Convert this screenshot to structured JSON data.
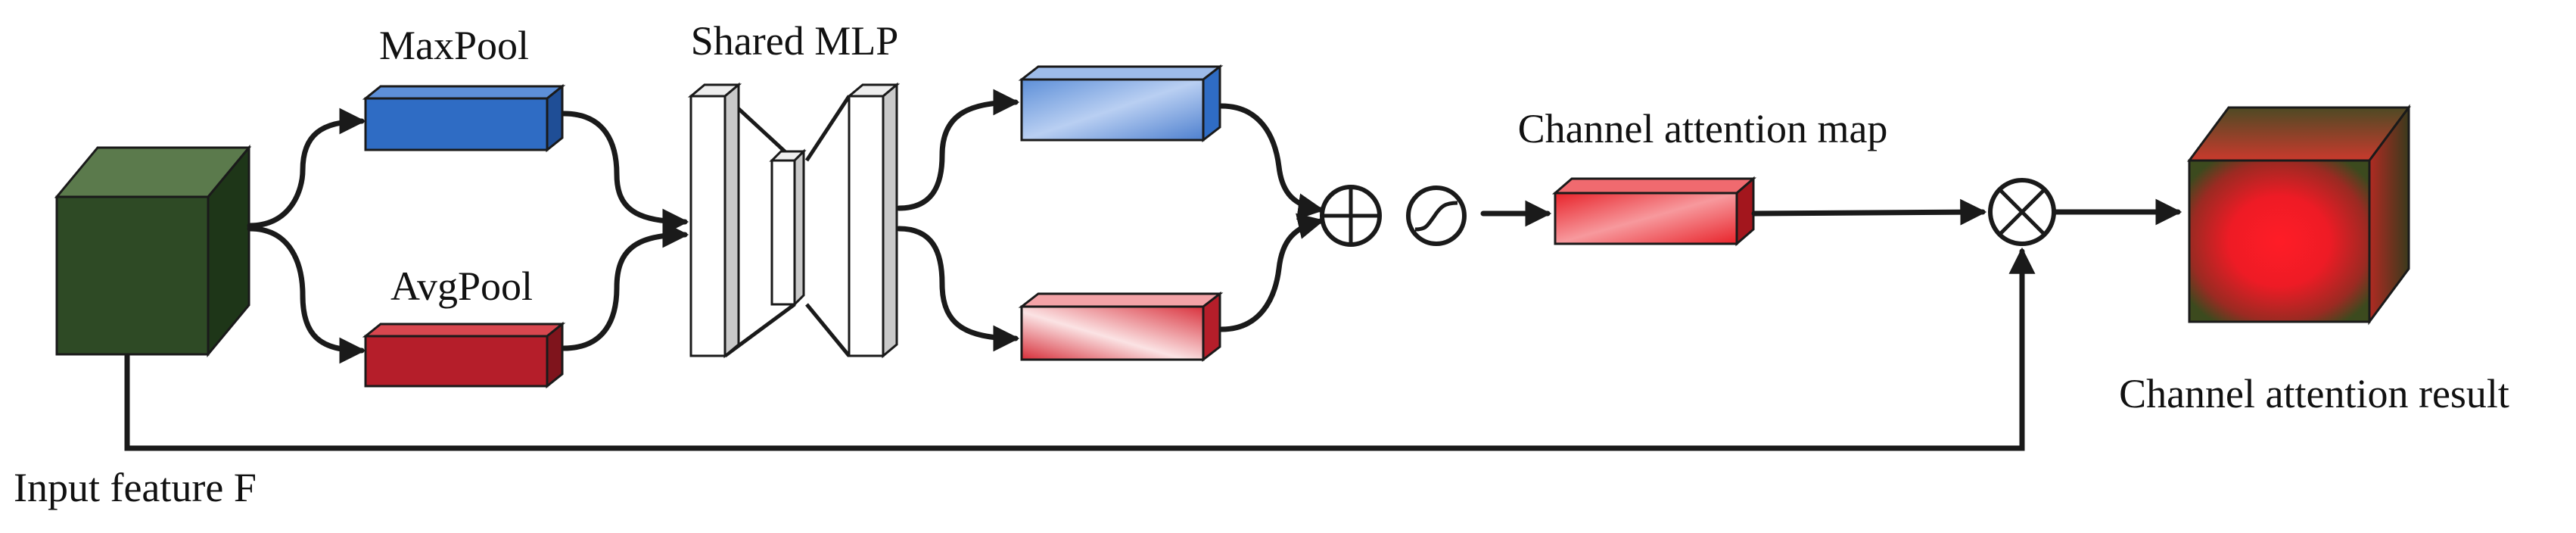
{
  "labels": {
    "maxpool": "MaxPool",
    "avgpool": "AvgPool",
    "shared_mlp": "Shared MLP",
    "channel_attention_map": "Channel attention map",
    "channel_attention_result": "Channel attention result",
    "input_feature": "Input feature F"
  },
  "colors": {
    "input_front": "#2e4a25",
    "input_top": "#5b7a4c",
    "input_side": "#1e3618",
    "maxpool": "#2f6cc4",
    "avgpool": "#b51e2a",
    "mlp_out_blue": "#8fb0e6",
    "mlp_out_red": "#f08a90",
    "attention_map": "#e8232a",
    "result_center": "#ef1c25",
    "result_edge": "#3c4a1e"
  }
}
